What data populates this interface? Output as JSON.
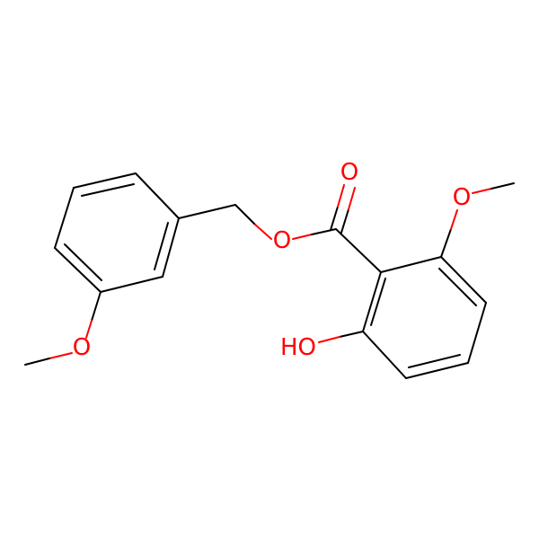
{
  "molecule": {
    "labels": {
      "carbonyl_o": "O",
      "ester_o": "O",
      "methoxy_o_right": "O",
      "hydroxyl": "HO",
      "methoxy_o_left": "O"
    },
    "colors": {
      "bond": "#000000",
      "heteroatom": "#ff0000",
      "background": "#ffffff"
    }
  }
}
